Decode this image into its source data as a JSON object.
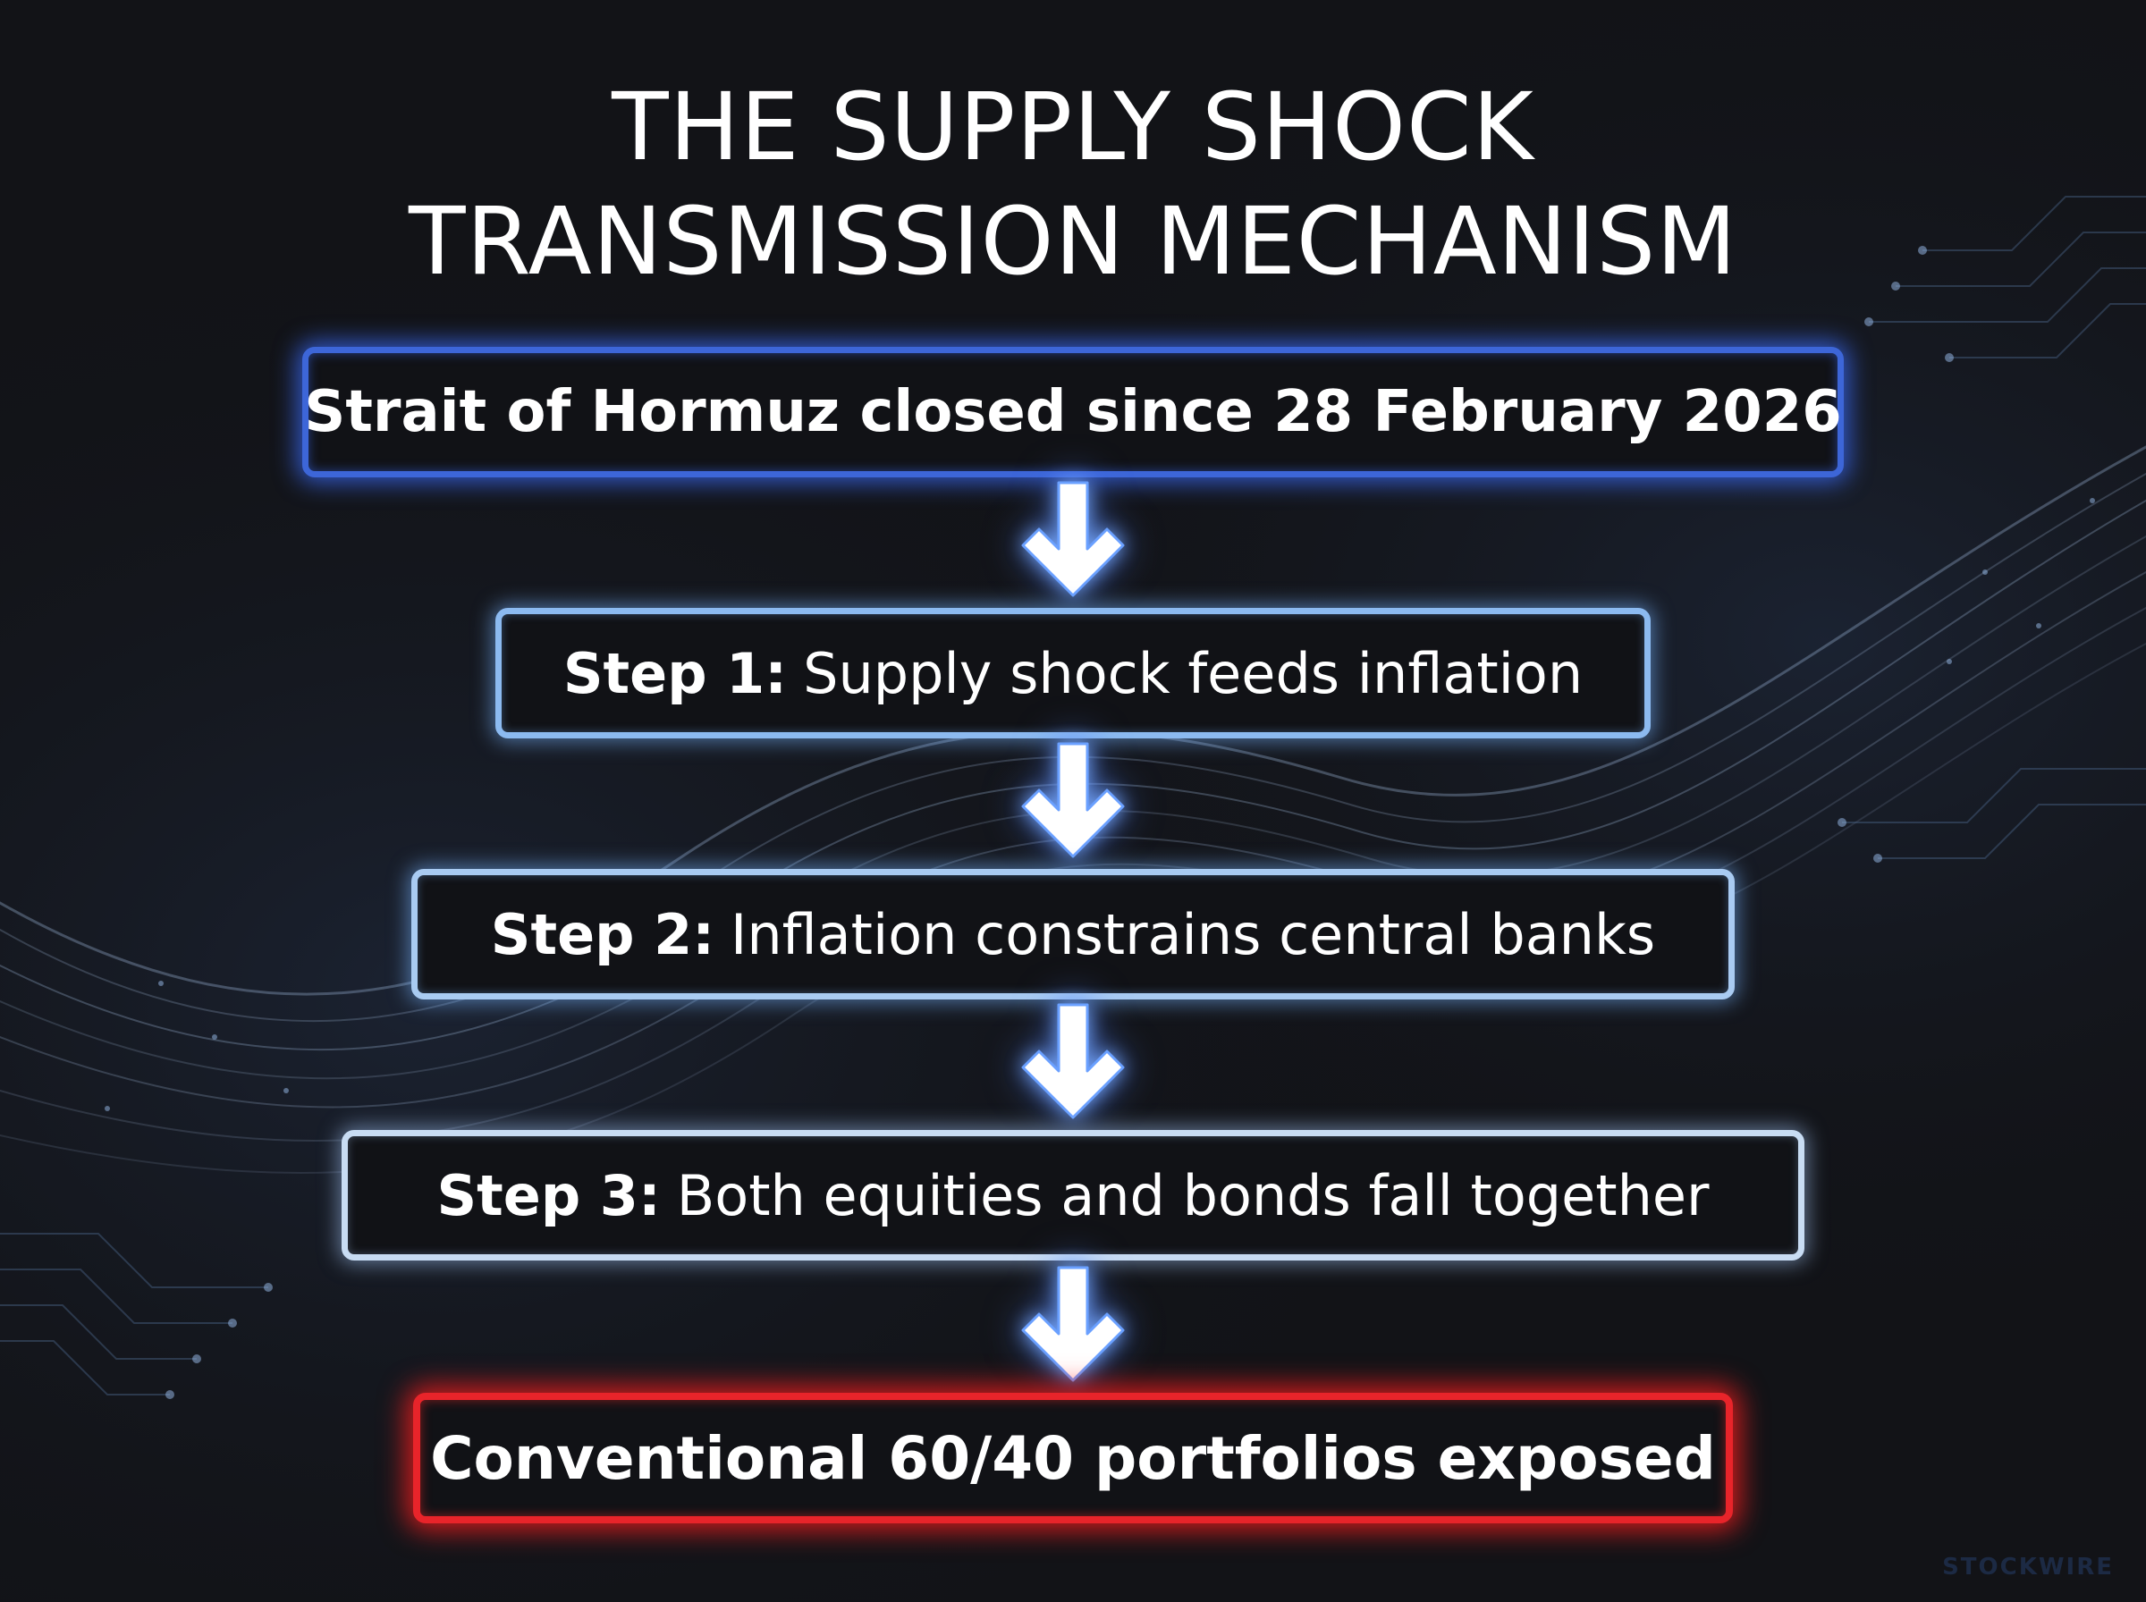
{
  "title": {
    "line1": "THE SUPPLY SHOCK",
    "line2": "TRANSMISSION MECHANISM"
  },
  "flow": {
    "start": "Strait of Hormuz closed since 28 February 2026",
    "steps": [
      {
        "label": "Step 1:",
        "text": "Supply shock feeds inflation"
      },
      {
        "label": "Step 2:",
        "text": "Inflation constrains central banks"
      },
      {
        "label": "Step 3:",
        "text": "Both equities and bonds fall together"
      }
    ],
    "end": "Conventional 60/40 portfolios exposed"
  },
  "watermark": "STOCKWIRE",
  "colors": {
    "background": "#121317",
    "start_border": "#3d66d8",
    "step1_border": "#8cbaf0",
    "step2_border": "#a9cbf2",
    "step3_border": "#c8dcf3",
    "end_border": "#e8242a",
    "arrow": "#ffffff"
  }
}
